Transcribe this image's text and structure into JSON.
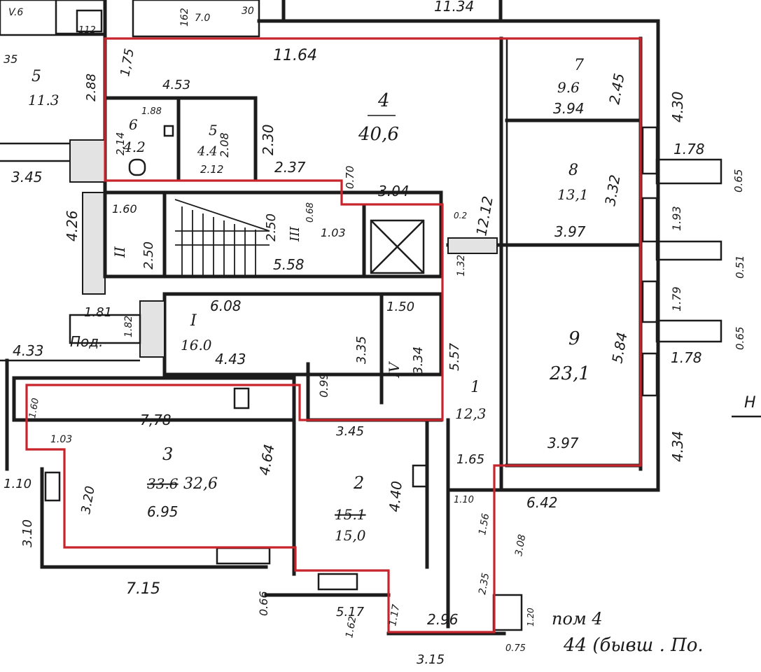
{
  "plan": {
    "rooms": [
      {
        "key": "r4",
        "number": "4",
        "area": "40,6"
      },
      {
        "key": "r6",
        "number": "6",
        "area": "4.2"
      },
      {
        "key": "r5i",
        "number": "5",
        "area": "4.4"
      },
      {
        "key": "r7",
        "number": "7",
        "area": "9.6"
      },
      {
        "key": "r8",
        "number": "8",
        "area": "13,1"
      },
      {
        "key": "r9",
        "number": "9",
        "area": "23,1"
      },
      {
        "key": "r3",
        "number": "3",
        "area_old": "33.6",
        "area": "32,6"
      },
      {
        "key": "r2",
        "number": "2",
        "area_old": "15.1",
        "area": "15,0"
      },
      {
        "key": "r1",
        "number": "1",
        "area": "12,3"
      },
      {
        "key": "rI",
        "number": "I",
        "area": "16.0"
      },
      {
        "key": "r5o",
        "number": "5",
        "area": "11.3"
      },
      {
        "key": "rII",
        "number": "II"
      },
      {
        "key": "rIII",
        "number": "III"
      },
      {
        "key": "rIV",
        "number": "IV"
      }
    ],
    "dims": {
      "d_11_64": "11.64",
      "d_4_53": "4.53",
      "d_1_88": "1.88",
      "d_1_75": "1,75",
      "d_2_88": "2.88",
      "d_2_14": "2.14",
      "d_2_08": "2.08",
      "d_2_12": "2.12",
      "d_2_30": "2.30",
      "d_2_37": "2.37",
      "d_0_70": "0.70",
      "d_3_04": "3.04",
      "d_2_45": "2.45",
      "d_3_94": "3.94",
      "d_4_30": "4.30",
      "d_1_78a": "1.78",
      "d_0_65a": "0.65",
      "d_3_32": "3.32",
      "d_1_93": "1.93",
      "d_3_97a": "3.97",
      "d_0_51": "0.51",
      "d_1_79": "1.79",
      "d_0_65b": "0.65",
      "d_5_84": "5.84",
      "d_1_78b": "1.78",
      "d_4_34": "4.34",
      "d_3_97b": "3.97",
      "d_6_42": "6.42",
      "d_3_45": "3.45",
      "d_4_26": "4.26",
      "d_1_60a": "1.60",
      "d_2_50a": "2.50",
      "d_2_50b": "2.50",
      "d_0_68": "0.68",
      "d_1_03a": "1.03",
      "d_5_58": "5.58",
      "d_0_2": "0.2",
      "d_1_32": "1.32",
      "d_12_12": "12.12",
      "d_6_08": "6.08",
      "d_1_50": "1.50",
      "d_3_35": "3.35",
      "d_3_34": "3.34",
      "d_4_43": "4.43",
      "d_0_99": "0.99",
      "d_5_57": "5.57",
      "d_1_81": "1.81",
      "d_1_82": "1.82",
      "d_4_33": "4.33",
      "d_pod": "Под.",
      "d_7_78": "7,78",
      "d_1_60b": "1.60",
      "d_1_03b": "1.03",
      "d_4_64": "4.64",
      "d_3_20": "3.20",
      "d_6_95": "6.95",
      "d_1_10a": "1.10",
      "d_3_10": "3.10",
      "d_7_15": "7.15",
      "d_0_66": "0.66",
      "d_3_45b": "3.45",
      "d_4_40": "4.40",
      "d_1_65": "1.65",
      "d_1_10b": "1.10",
      "d_1_56": "1.56",
      "d_3_08": "3.08",
      "d_2_35": "2.35",
      "d_5_17": "5.17",
      "d_1_17": "1.17",
      "d_1_62": "1.62",
      "d_2_96": "2.96",
      "d_3_15": "3.15",
      "d_0_75": "0.75",
      "d_1_20": "1.20",
      "d_top_11_34": "11.34",
      "d_top_v6": "V.6",
      "d_top_112": "112",
      "d_top_162": "162",
      "d_top_70": "7.0",
      "d_top_30": "30",
      "d_top_35": "35",
      "d_right_h": "Н"
    },
    "notes": {
      "line1": "пом 4",
      "line2": "44 (бывш . По."
    },
    "colors": {
      "outline": "#c8242c",
      "ink": "#1c1c1c"
    }
  }
}
